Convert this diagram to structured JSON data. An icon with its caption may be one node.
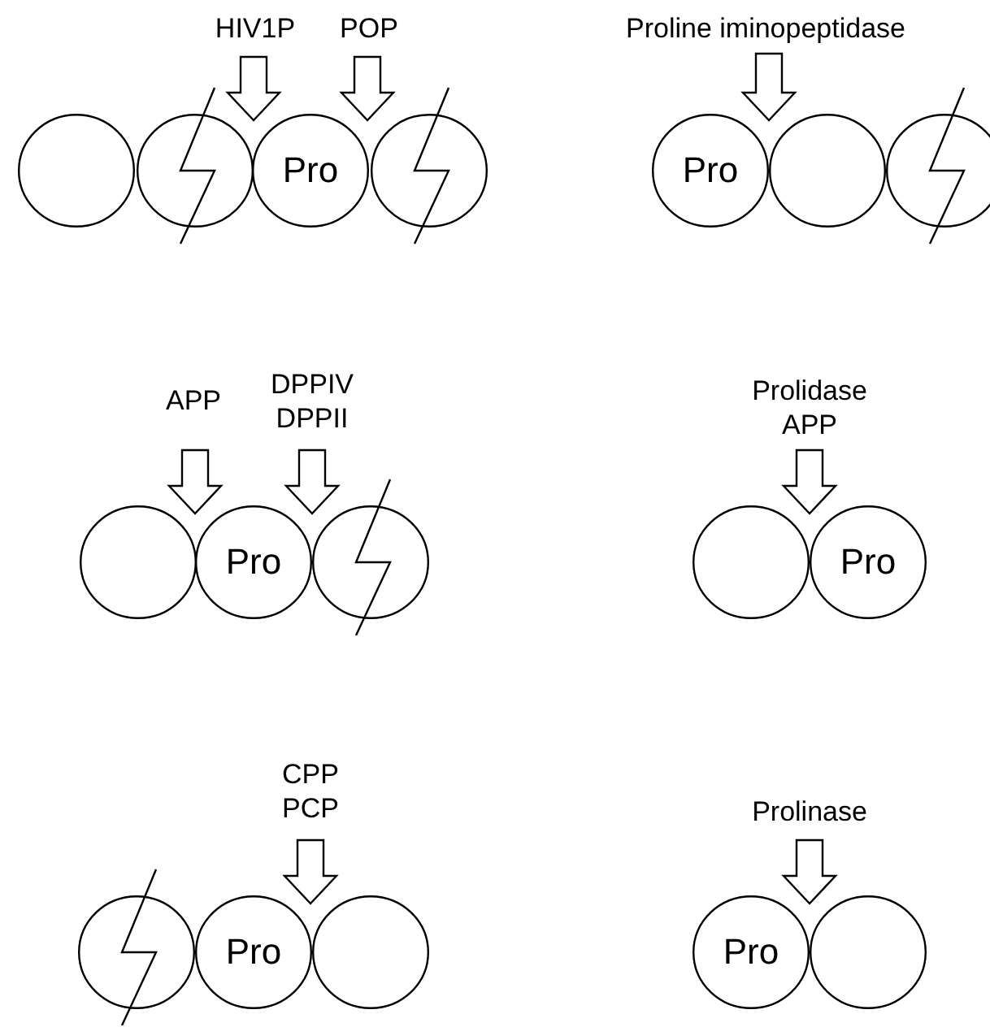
{
  "diagram": {
    "nodes": [
      {
        "text": [
          "HIV1P"
        ]
      },
      {
        "text": [
          "POP"
        ]
      },
      {
        "text": [],
        "shape": "circle"
      },
      {
        "text": [],
        "shape": "circle"
      },
      {
        "text": [
          "Pro"
        ]
      },
      {
        "text": [],
        "shape": "circle"
      },
      {
        "text": [
          "Proline iminopeptidase"
        ]
      },
      {
        "text": [
          "Pro"
        ]
      },
      {
        "text": [],
        "shape": "circle"
      },
      {
        "text": [],
        "shape": "circle"
      },
      {
        "text": [
          "APP"
        ]
      },
      {
        "text": [
          "DPPIV",
          "DPPII"
        ]
      },
      {
        "text": [],
        "shape": "circle"
      },
      {
        "text": [
          "Pro"
        ]
      },
      {
        "text": [],
        "shape": "circle"
      },
      {
        "text": [
          "Prolidase",
          "APP"
        ]
      },
      {
        "text": [],
        "shape": "circle"
      },
      {
        "text": [
          "Pro"
        ]
      },
      {
        "text": [
          "CPP",
          "PCP"
        ]
      },
      {
        "text": [],
        "shape": "circle"
      },
      {
        "text": [
          "Pro"
        ]
      },
      {
        "text": [],
        "shape": "circle"
      },
      {
        "text": [
          "Prolinase"
        ]
      },
      {
        "text": [
          "Pro"
        ]
      },
      {
        "text": [],
        "shape": "circle"
      }
    ],
    "edges": [
      {
        "from": 0,
        "to": null,
        "arrow": "to"
      },
      {
        "from": 1,
        "to": null,
        "arrow": "to"
      },
      {
        "from": 6,
        "to": null,
        "arrow": "to"
      },
      {
        "from": 10,
        "to": null,
        "arrow": "to"
      },
      {
        "from": 11,
        "to": null,
        "arrow": "to"
      },
      {
        "from": 15,
        "to": null,
        "arrow": "to"
      },
      {
        "from": 18,
        "to": null,
        "arrow": "to"
      },
      {
        "from": 22,
        "to": null,
        "arrow": "to"
      }
    ]
  }
}
